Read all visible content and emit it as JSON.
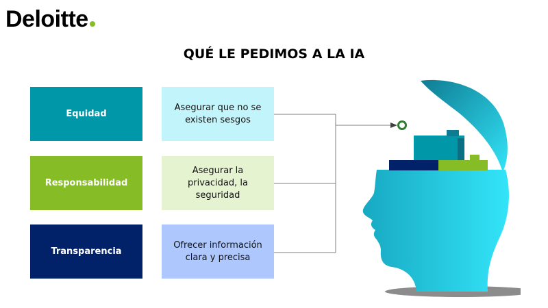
{
  "logo": {
    "text": "Deloitte",
    "dot_color": "#86bc25"
  },
  "title": "QUÉ LE PEDIMOS A LA IA",
  "rows": [
    {
      "label": "Equidad",
      "description": "Asegurar que no se existen sesgos",
      "label_color": "#0097a9",
      "desc_color": "#c2f5fb"
    },
    {
      "label": "Responsabilidad",
      "description": "Asegurar la privacidad, la seguridad",
      "label_color": "#86bc25",
      "desc_color": "#e6f3d1"
    },
    {
      "label": "Transparencia",
      "description": "Ofrecer información clara y precisa",
      "label_color": "#012169",
      "desc_color": "#aec8fd"
    }
  ],
  "head_colors": {
    "teal_dark": "#0e7c93",
    "cyan_light": "#33e4f8",
    "navy": "#012169",
    "green": "#86bc25",
    "shadow": "#7f7f7f"
  }
}
